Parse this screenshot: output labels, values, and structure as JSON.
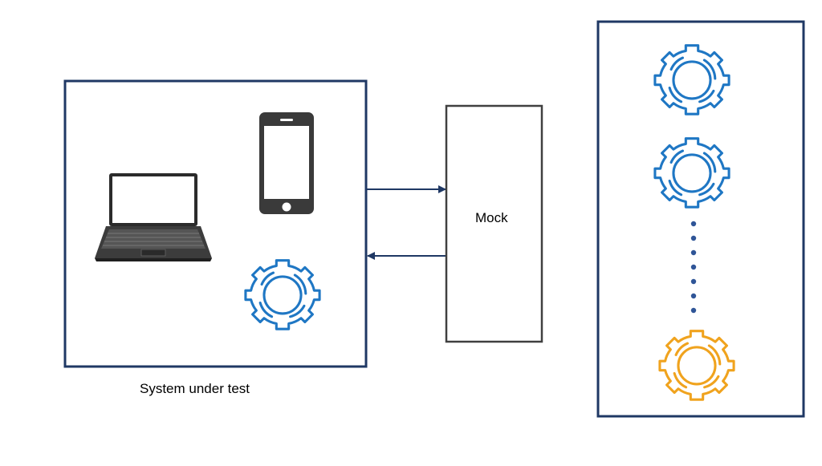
{
  "diagram": {
    "system_under_test": {
      "label": "System under test",
      "icons": [
        "laptop-icon",
        "smartphone-icon",
        "gear-icon"
      ]
    },
    "mock": {
      "label": "Mock"
    },
    "arrows": [
      {
        "from": "system-under-test",
        "to": "mock"
      },
      {
        "from": "mock",
        "to": "system-under-test"
      }
    ],
    "services_panel": {
      "icons": [
        "gear-icon",
        "gear-icon",
        "ellipsis-dots",
        "gear-icon"
      ]
    }
  },
  "colors": {
    "box_border": "#1f3864",
    "gear_blue": "#1f77c4",
    "gear_orange": "#f0a31e",
    "dots": "#2f5597",
    "arrow": "#1f3864",
    "device_dark": "#3a3a3a"
  }
}
